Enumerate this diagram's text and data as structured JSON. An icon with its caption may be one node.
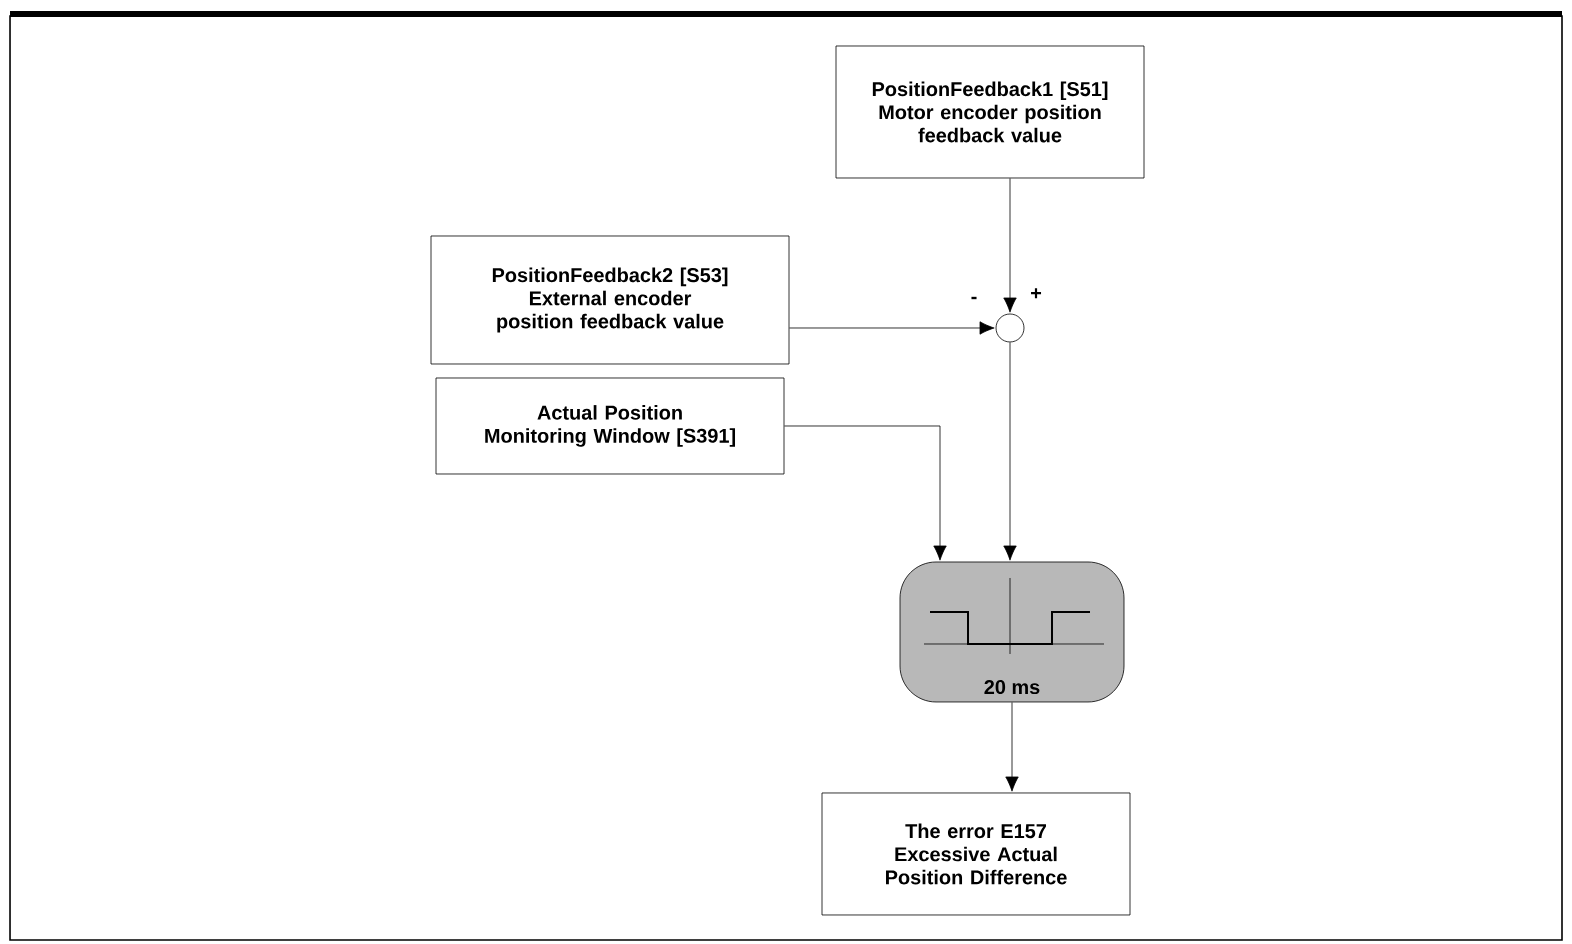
{
  "diagram": {
    "nodes": [
      {
        "text": [
          "PositionFeedback1 [S51]",
          "Motor encoder position feedback value"
        ]
      },
      {
        "text": [
          "PositionFeedback2 [S53]",
          "External encoder position feedback value"
        ]
      },
      {
        "text": [
          "Actual Position Monitoring Window [S391]"
        ]
      },
      {
        "text": [],
        "shape": "circle"
      },
      {
        "text": [
          "20 ms"
        ]
      },
      {
        "text": [
          "The error E157",
          "Excessive Actual Position Difference"
        ]
      }
    ],
    "edges": [
      {
        "from": 0,
        "to": 3,
        "arrow": "to"
      },
      {
        "from": 1,
        "to": 3,
        "arrow": "to"
      },
      {
        "from": 2,
        "to": 4,
        "arrow": "to"
      },
      {
        "from": 3,
        "to": 4,
        "arrow": "to"
      },
      {
        "from": 4,
        "to": 5,
        "arrow": "to"
      }
    ],
    "labels": [
      "-",
      "+"
    ]
  }
}
